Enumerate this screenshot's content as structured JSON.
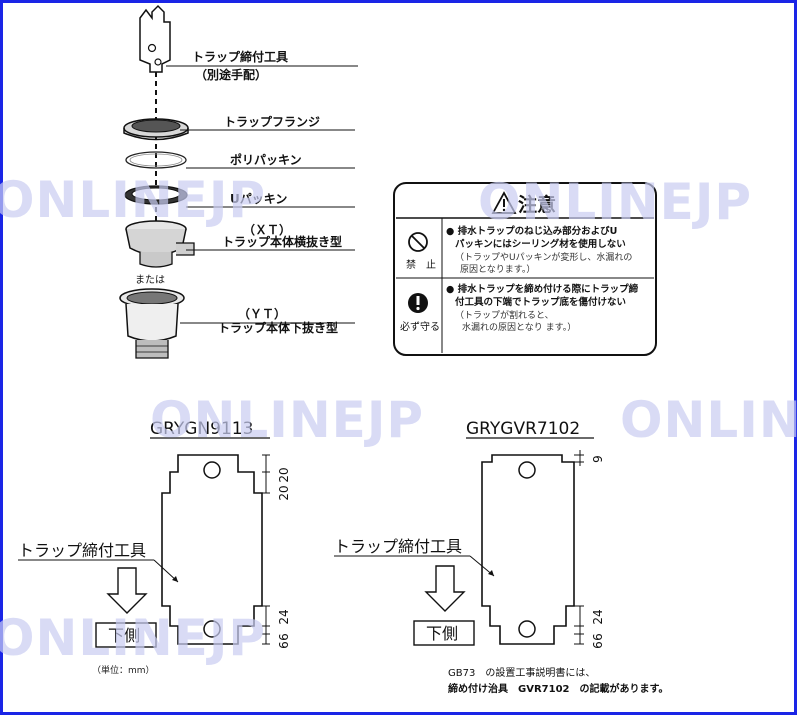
{
  "watermark": "ONLINEJP",
  "exploded": {
    "parts": {
      "tool": "トラップ締付工具",
      "tool_note": "（別途手配）",
      "flange": "トラップフランジ",
      "poly_packing": "ポリパッキン",
      "u_packing": "Uパッキン",
      "xt_code": "（ＸＴ）",
      "xt_name": "トラップ本体横抜き型",
      "or": "または",
      "yt_code": "（ＹＴ）",
      "yt_name": "トラップ本体下抜き型"
    }
  },
  "caution": {
    "title": "注意",
    "prohibit_label": "禁　止",
    "prohibit_line1": "● 排水トラップのねじ込み部分およびU",
    "prohibit_line2": "パッキンにはシーリング材を使用しない",
    "prohibit_line3": "（トラップやUパッキンが変形し、水漏れの",
    "prohibit_line4": "原因となります。）",
    "must_label": "必ず守る",
    "must_line1": "● 排水トラップを締め付ける際にトラップ締",
    "must_line2": "付工具の下端でトラップ底を傷付けない",
    "must_line3": "（トラップが割れると、",
    "must_line4": "水漏れの原因となり ます。）"
  },
  "left_tool": {
    "model": "GRYGN9113",
    "callout": "トラップ締付工具",
    "down_label": "下側",
    "unit": "（単位：mm）",
    "dims_top": [
      "20",
      "20"
    ],
    "dims_bottom": [
      "6",
      "6",
      "24"
    ]
  },
  "right_tool": {
    "model": "GRYGVR7102",
    "callout": "トラップ締付工具",
    "down_label": "下側",
    "dims_top": [
      "9"
    ],
    "dims_bottom": [
      "6",
      "6",
      "24"
    ],
    "note_line1": "GB73　の設置工事説明書には、",
    "note_line2": "締め付け治具　GVR7102　の記載があります。"
  }
}
